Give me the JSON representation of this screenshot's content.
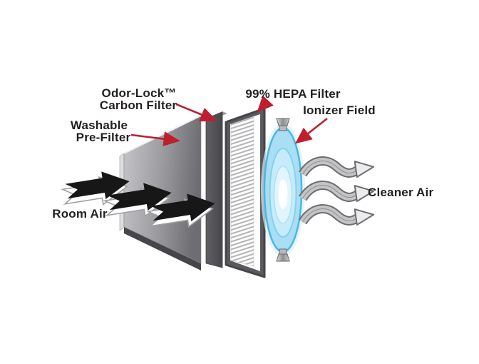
{
  "diagram": {
    "subject": "air-purifier-filtration-stages",
    "labels": {
      "carbon_filter_line1": "Odor-Lock™",
      "carbon_filter_line2": "Carbon Filter",
      "pre_filter_line1": "Washable",
      "pre_filter_line2": "Pre-Filter",
      "hepa_filter": "99% HEPA Filter",
      "ionizer_field": "Ionizer Field",
      "room_air": "Room Air",
      "cleaner_air": "Cleaner Air"
    },
    "components": [
      {
        "id": "room-air",
        "label": "Room Air"
      },
      {
        "id": "washable-pre-filter",
        "label": "Washable Pre-Filter"
      },
      {
        "id": "odor-lock-carbon-filter",
        "label": "Odor-Lock™ Carbon Filter"
      },
      {
        "id": "hepa-filter",
        "label": "99% HEPA Filter"
      },
      {
        "id": "ionizer-field",
        "label": "Ionizer Field"
      },
      {
        "id": "cleaner-air",
        "label": "Cleaner Air"
      }
    ],
    "airflow": {
      "room_air_arrow_count": 3,
      "cleaner_air_arrow_count": 3
    },
    "colors": {
      "background": "#ffffff",
      "label_text": "#231f20",
      "pointer_arrow_red": "#be1e2d",
      "pre_filter_light": "#c6c6c9",
      "pre_filter_dark": "#6e6e72",
      "carbon_filter_dark": "#515155",
      "hepa_frame": "#5a5a5e",
      "hepa_pleat_line": "#b5b5b8",
      "ionizer_fill": "#a9def5",
      "ionizer_stroke": "#49b8e5",
      "room_air_arrow": "#171717",
      "cleaner_air_arrow_fill": "#c4c4c7",
      "cleaner_air_arrow_outline": "#6d6d70"
    }
  }
}
